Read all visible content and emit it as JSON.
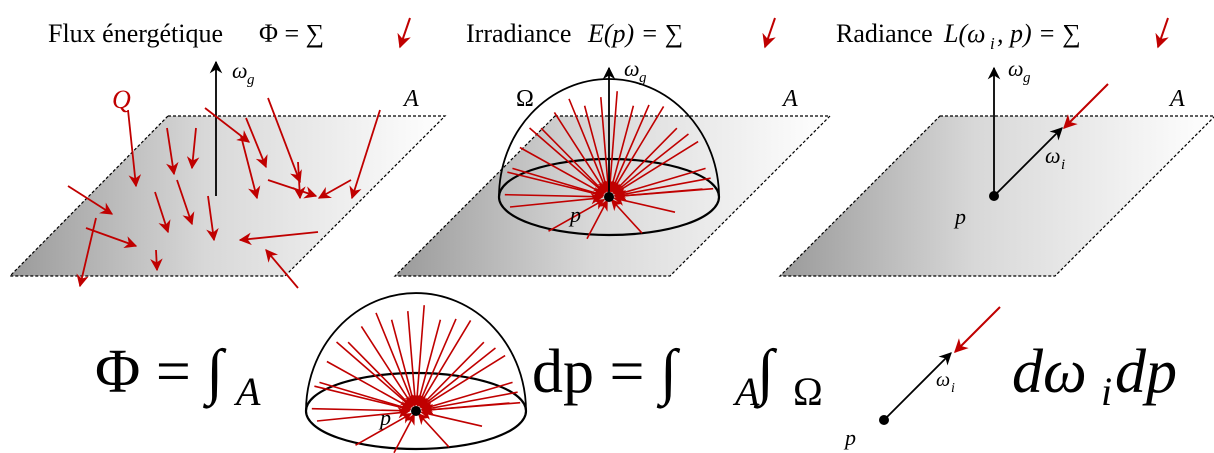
{
  "panels": [
    {
      "title_text": "Flux énergétique",
      "title_math": "Φ = ∑",
      "sym_q": "Q",
      "sym_area": "A",
      "sym_normal": "ω",
      "sym_normal_sub": "g"
    },
    {
      "title_text": "Irradiance",
      "title_math": "E(p) = ∑",
      "sym_omega": "Ω",
      "sym_area": "A",
      "sym_normal": "ω",
      "sym_normal_sub": "g",
      "sym_point": "p"
    },
    {
      "title_text": "Radiance",
      "title_math": "L(ω",
      "title_math_sub": "i",
      "title_math_tail": ", p) = ∑",
      "sym_area": "A",
      "sym_normal": "ω",
      "sym_normal_sub": "g",
      "sym_dir": "ω",
      "sym_dir_sub": "i",
      "sym_point": "p"
    }
  ],
  "equation": {
    "lhs": "Φ = ∫",
    "int1_sub": "A",
    "mid": "dp = ∫",
    "int2_sub": "A",
    "int3": "∫",
    "int3_sub": "Ω",
    "tail": "dω",
    "tail_sub": "i",
    "tail_end": "dp",
    "sym_point_hemi": "p",
    "sym_point_ray": "p",
    "sym_dir": "ω",
    "sym_dir_sub": "i"
  },
  "colors": {
    "ray": "#c00000",
    "ink": "#000000",
    "plane_dark": "#9a9a9a",
    "plane_light": "#ffffff"
  }
}
